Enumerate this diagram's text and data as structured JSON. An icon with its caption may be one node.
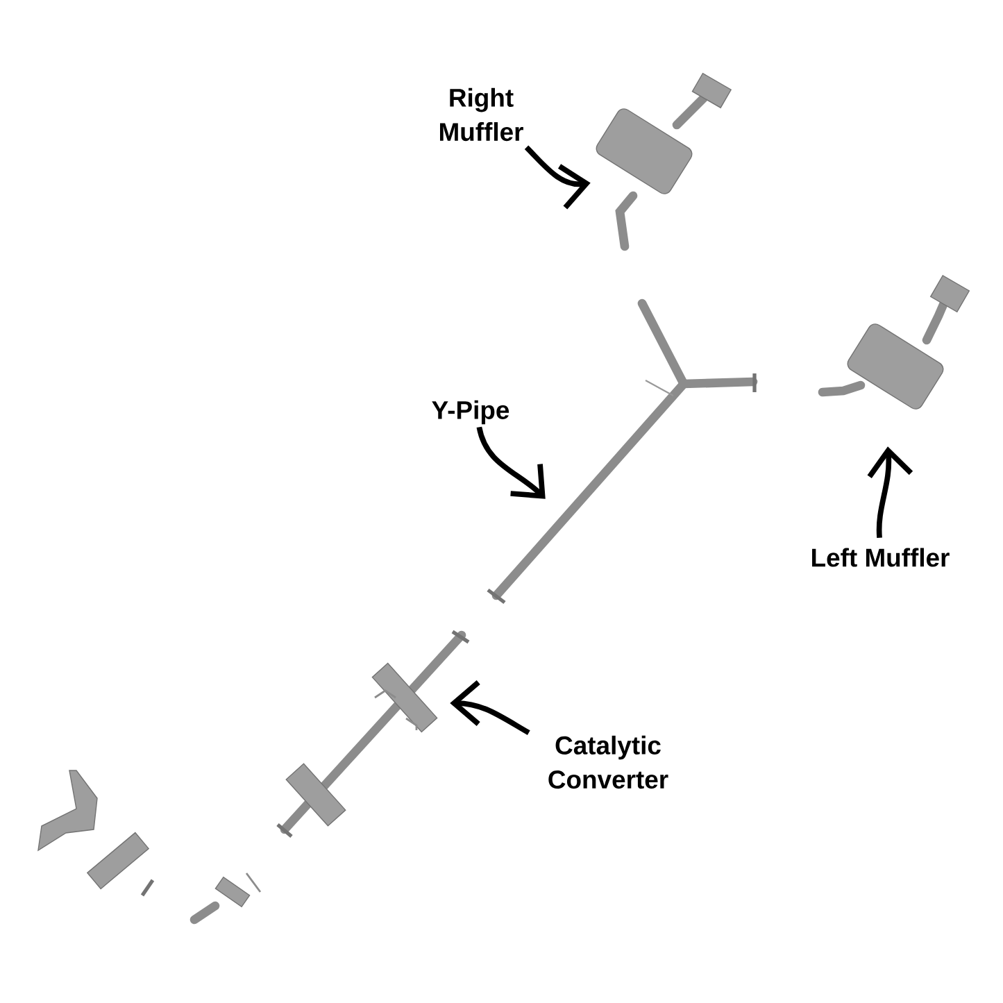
{
  "diagram": {
    "nodes": [
      {
        "text": [
          "Right Muffler"
        ]
      },
      {
        "text": [],
        "shape": "picture"
      },
      {
        "text": [
          "Y-Pipe"
        ]
      },
      {
        "text": [],
        "shape": "picture"
      },
      {
        "text": [],
        "shape": "picture"
      },
      {
        "text": [
          "Left Muffler"
        ]
      },
      {
        "text": [
          "Catalytic Converter"
        ]
      },
      {
        "text": [],
        "shape": "picture"
      }
    ],
    "edges": [
      {
        "from": 0,
        "to": 1,
        "arrow": "to"
      },
      {
        "from": 2,
        "to": 3,
        "arrow": "to"
      },
      {
        "from": 5,
        "to": 4,
        "arrow": "to"
      },
      {
        "from": 6,
        "to": 7,
        "arrow": "to"
      }
    ]
  }
}
